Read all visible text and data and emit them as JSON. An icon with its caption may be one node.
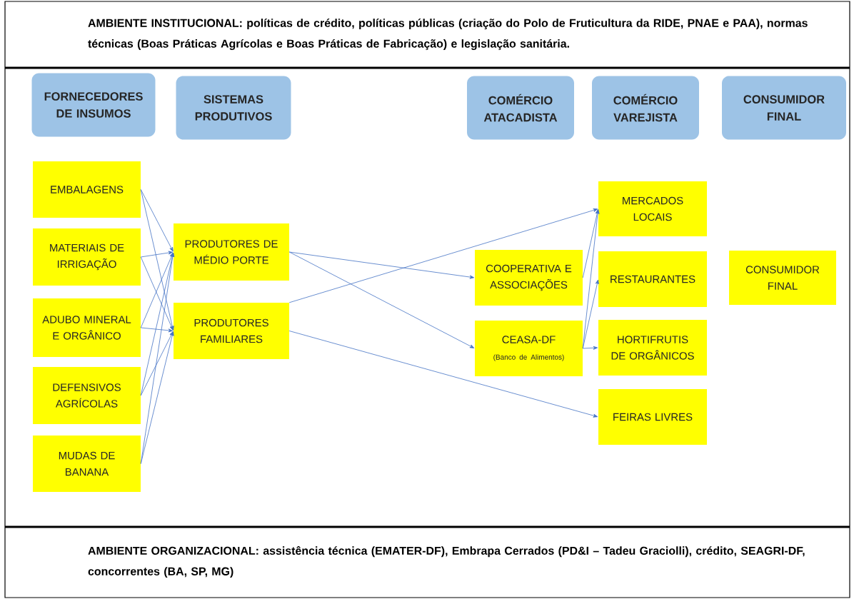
{
  "diagram": {
    "nodes": [
      {
        "text": [
          "FORNECEDORES DE INSUMOS"
        ]
      },
      {
        "text": [
          "SISTEMAS PRODUTIVOS"
        ]
      },
      {
        "text": [
          "COMÉRCIO ATACADISTA"
        ]
      },
      {
        "text": [
          "COMÉRCIO VAREJISTA"
        ]
      },
      {
        "text": [
          "CONSUMIDOR FINAL"
        ]
      },
      {
        "text": [
          "EMBALAGENS"
        ]
      },
      {
        "text": [
          "MATERIAIS DE IRRIGAÇÃO"
        ]
      },
      {
        "text": [
          "ADUBO MINERAL E ORGÂNICO"
        ]
      },
      {
        "text": [
          "DEFENSIVOS AGRÍCOLAS"
        ]
      },
      {
        "text": [
          "MUDAS DE BANANA"
        ]
      },
      {
        "text": [
          "PRODUTORES DE MÉDIO PORTE"
        ]
      },
      {
        "text": [
          "PRODUTORES FAMILIARES"
        ]
      },
      {
        "text": [
          "COOPERATIVA E ASSOCIAÇÕES"
        ]
      },
      {
        "text": [
          "CEASA-DF",
          "(Banco de Alimentos)"
        ]
      },
      {
        "text": [
          "MERCADOS LOCAIS"
        ]
      },
      {
        "text": [
          "RESTAURANTES"
        ]
      },
      {
        "text": [
          "HORTIFRUTIS DE ORGÂNICOS"
        ]
      },
      {
        "text": [
          "FEIRAS LIVRES"
        ]
      },
      {
        "text": [
          "CONSUMIDOR FINAL"
        ]
      }
    ],
    "edges": [
      {
        "from": 5,
        "to": 10,
        "arrow": "to"
      },
      {
        "from": 5,
        "to": 11,
        "arrow": "to"
      },
      {
        "from": 6,
        "to": 10,
        "arrow": "to"
      },
      {
        "from": 6,
        "to": 11,
        "arrow": "to"
      },
      {
        "from": 7,
        "to": 10,
        "arrow": "to"
      },
      {
        "from": 7,
        "to": 11,
        "arrow": "to"
      },
      {
        "from": 8,
        "to": 10,
        "arrow": "to"
      },
      {
        "from": 8,
        "to": 11,
        "arrow": "to"
      },
      {
        "from": 9,
        "to": 10,
        "arrow": "to"
      },
      {
        "from": 9,
        "to": 11,
        "arrow": "to"
      },
      {
        "from": 10,
        "to": 12,
        "arrow": "to"
      },
      {
        "from": 10,
        "to": 13,
        "arrow": "to"
      },
      {
        "from": 11,
        "to": 14,
        "arrow": "to"
      },
      {
        "from": 11,
        "to": 17,
        "arrow": "to"
      },
      {
        "from": 12,
        "to": 14,
        "arrow": "to"
      },
      {
        "from": 13,
        "to": 14,
        "arrow": "to"
      },
      {
        "from": 13,
        "to": 15,
        "arrow": "to"
      },
      {
        "from": 13,
        "to": 16,
        "arrow": "to"
      }
    ],
    "labels": [
      "AMBIENTE INSTITUCIONAL: políticas de crédito, políticas públicas (criação do Polo de Fruticultura da RIDE, PNAE e PAA), normas técnicas (Boas Práticas Agrícolas e Boas Práticas de Fabricação) e legislação sanitária.",
      "AMBIENTE ORGANIZACIONAL: assistência técnica (EMATER-DF), Embrapa Cerrados (PD&I – Tadeu Graciolli), crédito, SEAGRI-DF, concorrentes (BA, SP, MG)"
    ]
  }
}
